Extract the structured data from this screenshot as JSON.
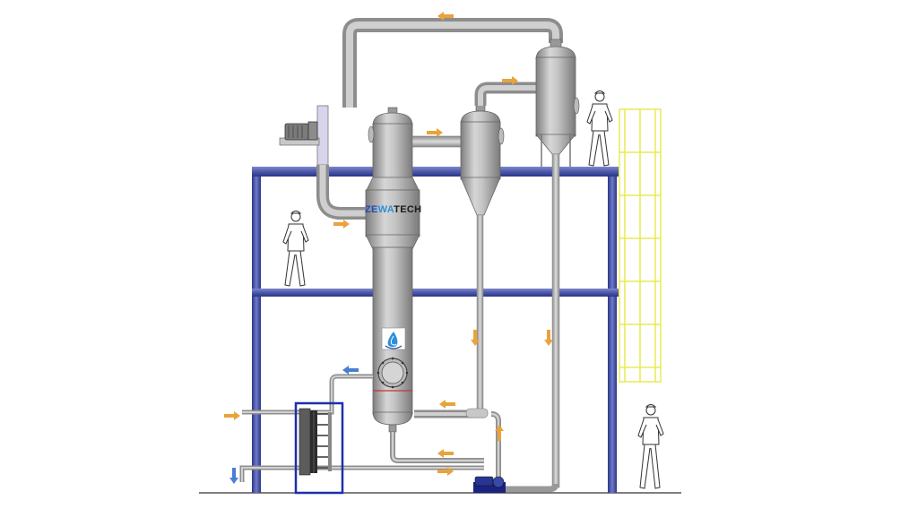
{
  "brand": {
    "name_part1": "ZE",
    "name_part2": "WA",
    "name_part3": "TECH"
  },
  "colors": {
    "frame": "#5560b0",
    "frame_dark": "#2b3588",
    "vessel": "#a8a8a8",
    "pipe": "#b9b9b9",
    "arrow_orange": "#e8a33c",
    "arrow_blue": "#4a7fd0",
    "ladder": "#f2f25a",
    "exchanger_frame": "#1f2fa8"
  },
  "icons": {
    "vent_fan": "fan-motor-icon",
    "pump": "pump-icon",
    "brand_emblem": "water-drop-emblem-icon",
    "operator": "person-icon"
  }
}
